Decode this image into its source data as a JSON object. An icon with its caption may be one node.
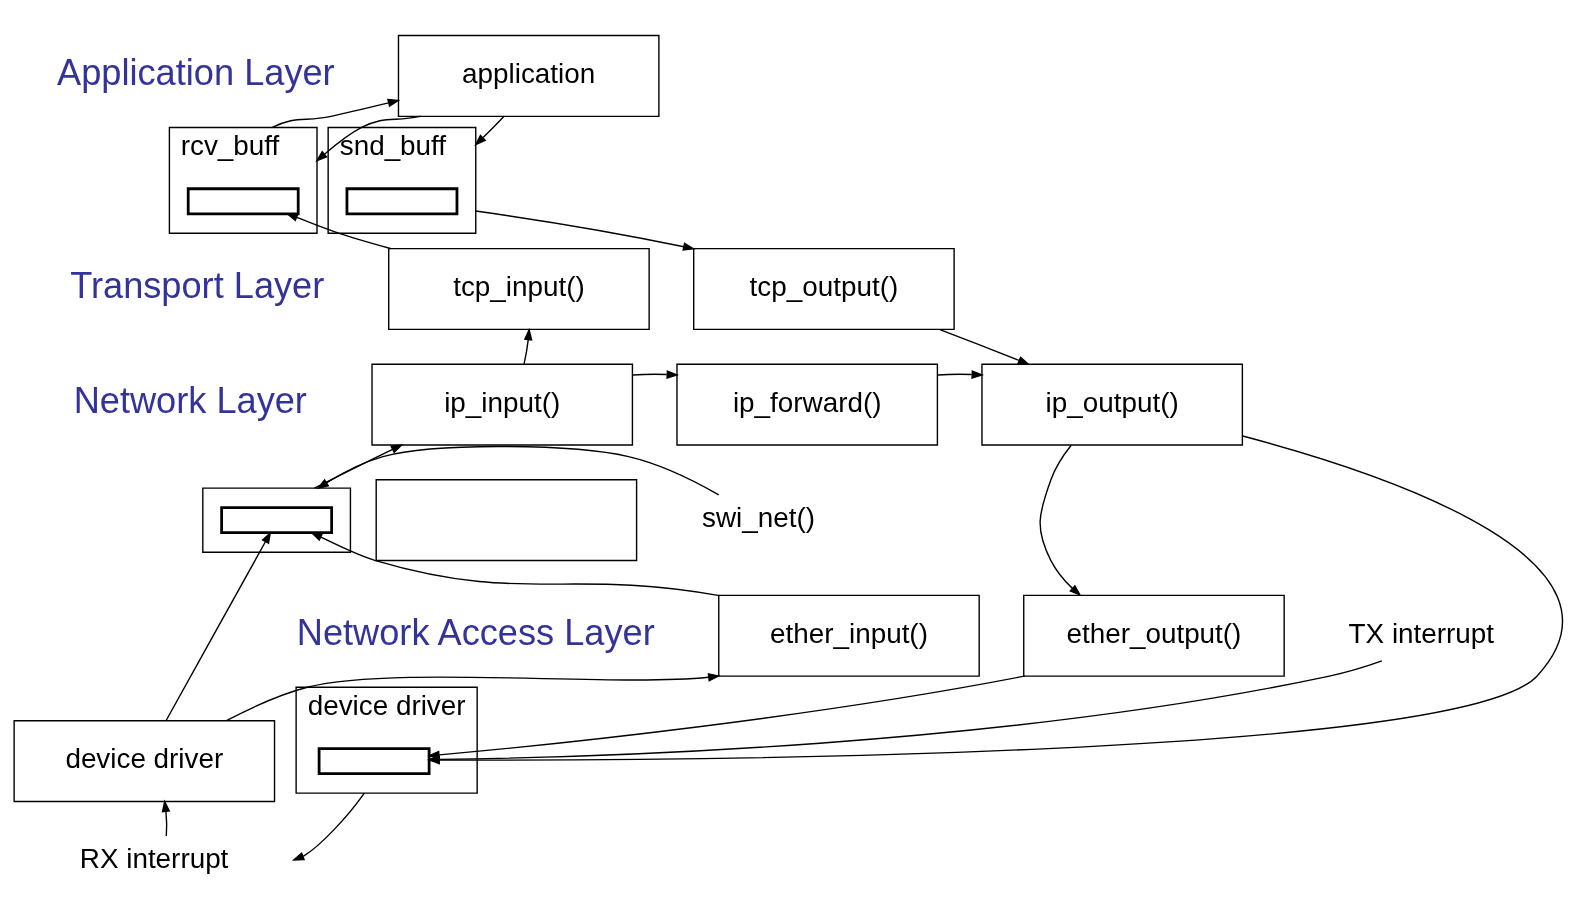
{
  "diagram": {
    "nodes": [
      {
        "text": [
          "application"
        ]
      },
      {
        "text": [
          "rcv_buff"
        ]
      },
      {
        "text": [],
        "shape": "box",
        "in": 1
      },
      {
        "text": [
          "tcp_input()"
        ]
      },
      {
        "text": [
          "ip_input()"
        ]
      },
      {
        "text": [],
        "shape": "box"
      },
      {
        "text": [],
        "shape": "box",
        "in": 5
      },
      {
        "text": [
          "ether_input()"
        ]
      },
      {
        "text": [
          "device driver"
        ]
      },
      {
        "text": [
          "ip_forward()"
        ]
      },
      {
        "text": [
          "snd_buff"
        ]
      },
      {
        "text": [],
        "shape": "box",
        "in": 10
      },
      {
        "text": [
          "tcp_output()"
        ]
      },
      {
        "text": [
          "ip_output()"
        ]
      },
      {
        "text": [],
        "shape": "box"
      },
      {
        "text": [
          "ether_output()"
        ]
      },
      {
        "text": [
          "device driver"
        ]
      },
      {
        "text": [],
        "shape": "box",
        "in": 16
      },
      {
        "text": [
          "swi_net()"
        ]
      },
      {
        "text": [
          "RX interrupt"
        ]
      },
      {
        "text": [
          "TX interrupt"
        ]
      }
    ],
    "edges": [
      {
        "from": 0,
        "to": 1,
        "arrow": "to"
      },
      {
        "from": 1,
        "to": 0,
        "arrow": "to"
      },
      {
        "from": 3,
        "to": 2,
        "arrow": "to"
      },
      {
        "from": 4,
        "to": 3,
        "arrow": "to"
      },
      {
        "from": 5,
        "to": 4,
        "arrow": "to"
      },
      {
        "from": 7,
        "to": 6,
        "arrow": "to"
      },
      {
        "from": 8,
        "to": 7,
        "arrow": "to"
      },
      {
        "from": 8,
        "to": 6,
        "arrow": "to"
      },
      {
        "from": 18,
        "to": 5,
        "arrow": "to"
      },
      {
        "from": 19,
        "to": 8,
        "arrow": "to"
      },
      {
        "from": 4,
        "to": 9,
        "arrow": "to"
      },
      {
        "from": 9,
        "to": 13,
        "arrow": "to"
      },
      {
        "from": 0,
        "to": 10,
        "arrow": "to"
      },
      {
        "from": 10,
        "to": 12,
        "arrow": "to"
      },
      {
        "from": 12,
        "to": 13,
        "arrow": "to"
      },
      {
        "from": 13,
        "to": 15,
        "arrow": "to"
      },
      {
        "from": 13,
        "to": 17,
        "arrow": "to"
      },
      {
        "from": 15,
        "to": 17,
        "arrow": "to"
      },
      {
        "from": 16,
        "to": null,
        "arrow": "to"
      },
      {
        "from": 20,
        "to": 17,
        "arrow": "to"
      }
    ],
    "labels": [
      "Application Layer",
      "Transport Layer",
      "Network Layer",
      "Network Access Layer"
    ]
  }
}
